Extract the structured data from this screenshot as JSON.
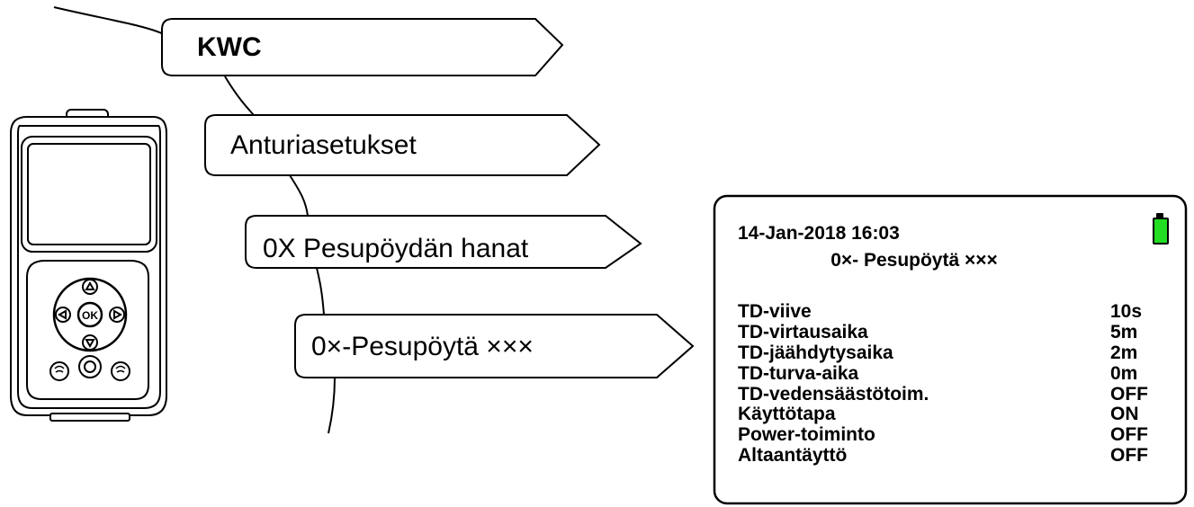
{
  "menu_path": [
    {
      "label": "KWC",
      "bold": true
    },
    {
      "label": "Anturiasetukset",
      "bold": false
    },
    {
      "label": "0X Pesupöydän hanat",
      "bold": false
    },
    {
      "label": "0×-Pesupöytä ×××",
      "bold": false
    }
  ],
  "device": {
    "ok_button_label": "OK"
  },
  "screen": {
    "datetime": "14-Jan-2018 16:03",
    "title": "0×- Pesupöytä ×××",
    "battery_color": "#22dd22",
    "settings": [
      {
        "name": "TD-viive",
        "value": "10s"
      },
      {
        "name": "TD-virtausaika",
        "value": "5m"
      },
      {
        "name": "TD-jäähdytysaika",
        "value": "2m"
      },
      {
        "name": "TD-turva-aika",
        "value": "0m"
      },
      {
        "name": "TD-vedensäästötoim.",
        "value": "OFF"
      },
      {
        "name": "Käyttötapa",
        "value": "ON"
      },
      {
        "name": "Power-toiminto",
        "value": "OFF"
      },
      {
        "name": "Altaantäyttö",
        "value": "OFF"
      }
    ]
  }
}
